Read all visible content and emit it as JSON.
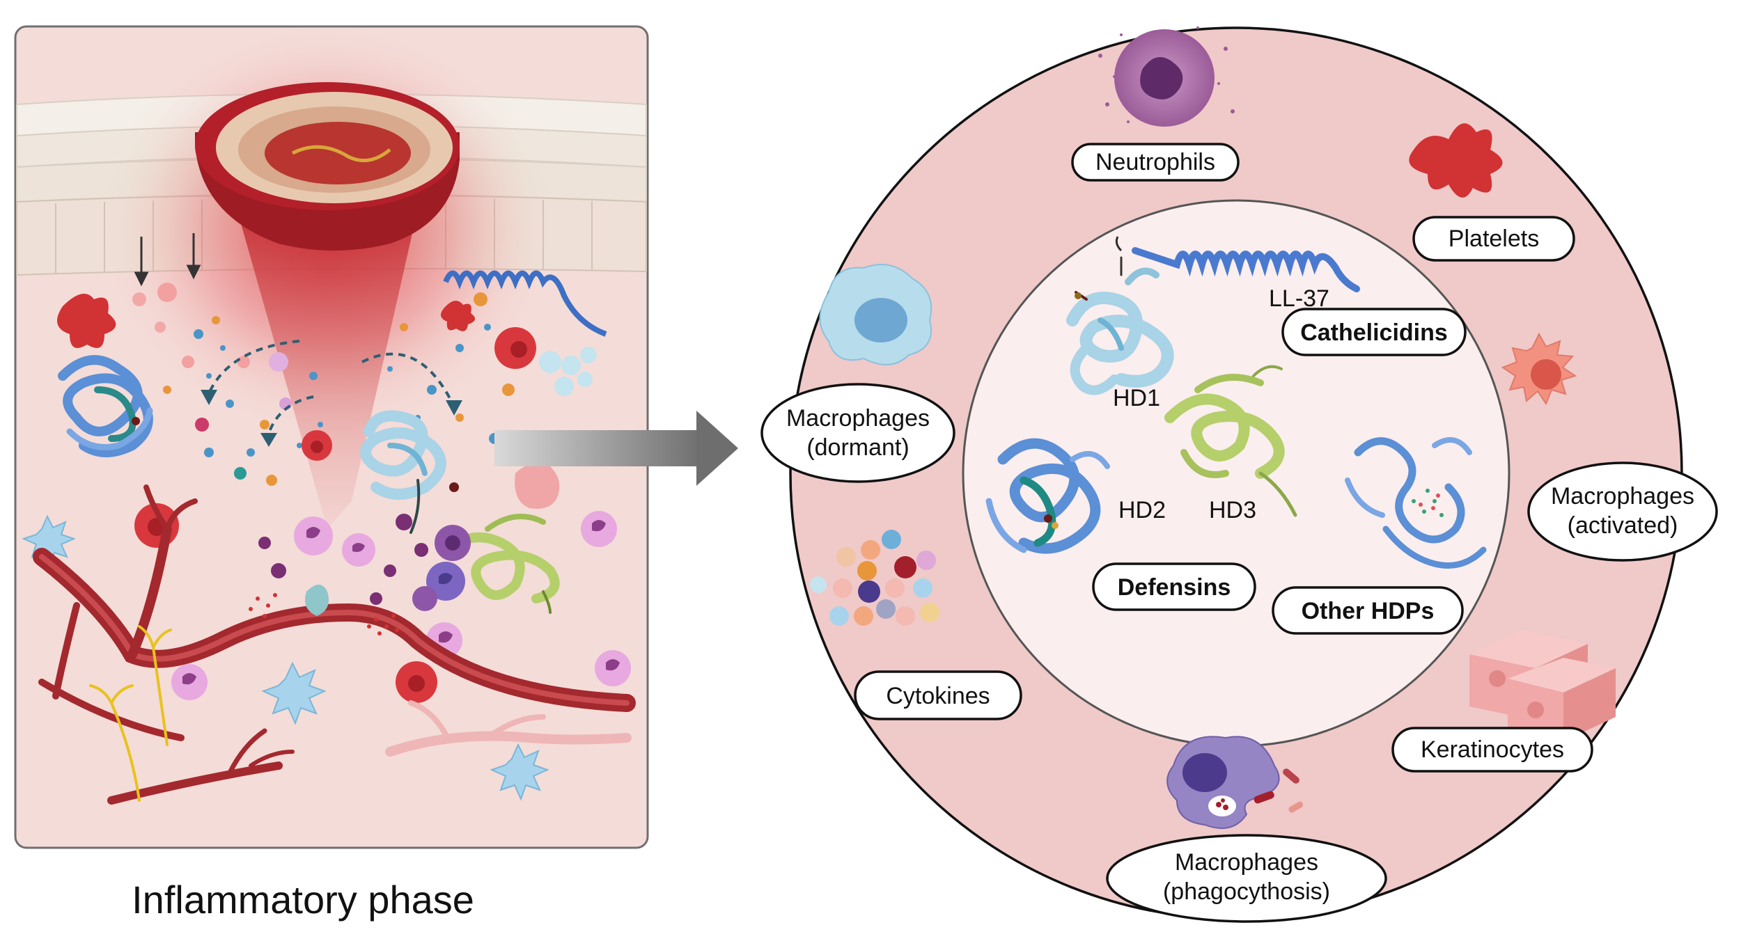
{
  "caption": "Inflammatory phase",
  "outer_ring_labels": {
    "neutrophils": "Neutrophils",
    "platelets": "Platelets",
    "macrophages_dormant": [
      "Macrophages",
      "(dormant)"
    ],
    "macrophages_activated": [
      "Macrophages",
      "(activated)"
    ],
    "cytokines": "Cytokines",
    "keratinocytes": "Keratinocytes",
    "macrophages_phagocytosis": [
      "Macrophages",
      "(phagocythosis)"
    ]
  },
  "inner_circle_labels": {
    "ll37": "LL-37",
    "cathelicidins": "Cathelicidins",
    "hd1": "HD1",
    "hd2": "HD2",
    "hd3": "HD3",
    "defensins": "Defensins",
    "other_hdps": "Other HDPs"
  },
  "colors": {
    "outer_ring": "#f0c9c9",
    "inner_circle": "#fbeeee",
    "tissue": "#f4dcd8",
    "wound_red": "#b3202a",
    "vessel": "#a3292e",
    "arrow": "#7a7a7a",
    "protein_blue": "#5b8fd6",
    "protein_light": "#a9d3e6",
    "protein_green": "#b5cf6b"
  }
}
